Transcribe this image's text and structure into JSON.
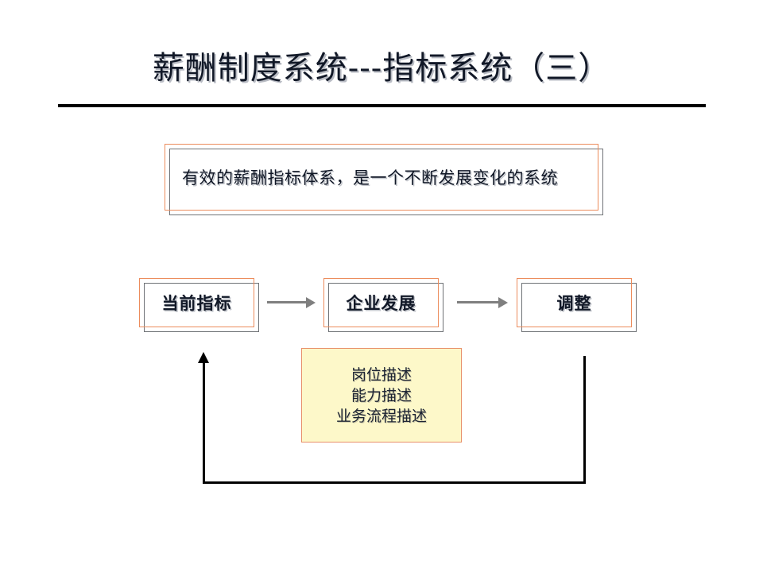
{
  "slide": {
    "title": "薪酬制度系统---指标系统（三）",
    "accent_orange": "#ec8c5c",
    "shadow_gray": "#6f7276",
    "arrow_gray": "#7f7f7f",
    "note_fill": "#fdf8c9",
    "note_border": "#e8906a",
    "rule_color": "#000000",
    "text_color": "#111827"
  },
  "statement": {
    "text": "有效的薪酬指标体系，是一个不断发展变化的系统"
  },
  "process": {
    "boxes": [
      {
        "label": "当前指标"
      },
      {
        "label": "企业发展"
      },
      {
        "label": "调整"
      }
    ],
    "arrows": [
      {
        "name": "arrow-current-to-development"
      },
      {
        "name": "arrow-development-to-adjust"
      }
    ]
  },
  "note": {
    "lines": [
      "岗位描述",
      "能力描述",
      "业务流程描述"
    ]
  },
  "feedback": {
    "name": "feedback-loop-adjust-to-current",
    "direction": "up"
  }
}
